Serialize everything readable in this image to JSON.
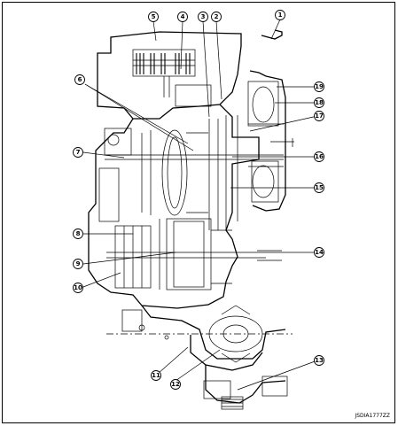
{
  "diagram": {
    "callouts": [
      "1",
      "2",
      "3",
      "4",
      "5",
      "6",
      "7",
      "8",
      "9",
      "10",
      "11",
      "12",
      "13",
      "14",
      "15",
      "16",
      "17",
      "18",
      "19"
    ],
    "figure_code": "JSDIA1777ZZ"
  },
  "colors": {
    "ink": "#000000",
    "paper": "#ffffff"
  }
}
